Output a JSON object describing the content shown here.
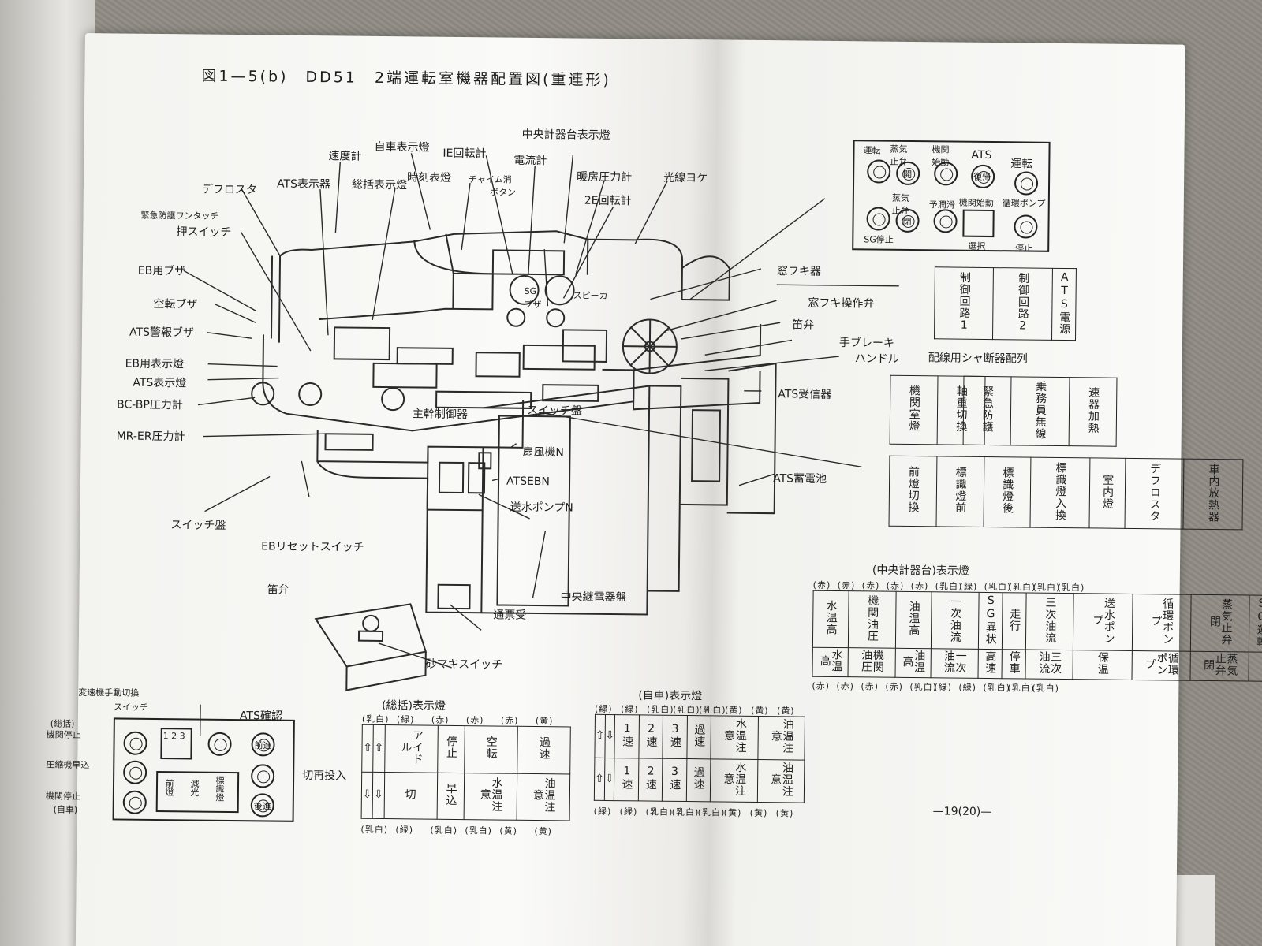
{
  "title": "図1—5(b)　DD51　2端運転室機器配置図(重連形)",
  "labels": {
    "sokudo": "速度計",
    "jisha_hyoji": "自車表示燈",
    "ie_kaiten": "IE回転計",
    "denryu": "電流計",
    "chuo_hyoji": "中央計器台表示燈",
    "danbo": "暖房圧力計",
    "niE_kaiten": "2E回転計",
    "kosen_yoke": "光線ヨケ",
    "defrosta": "デフロスタ",
    "ats_hyoji_ki": "ATS表示器",
    "sokatsu_hyoji": "総括表示燈",
    "jikoku": "時刻表燈",
    "chime": "チャイム消",
    "chime2": "ボタン",
    "kinkyu": "緊急防護ワンタッチ",
    "oshi": "押スイッチ",
    "eb_buzzer": "EB用ブザ",
    "kuten_buzzer": "空転ブザ",
    "ats_keiho": "ATS警報ブザ",
    "eb_hyoji": "EB用表示燈",
    "ats_hyoji_to": "ATS表示燈",
    "bc_bp": "BC-BP圧力計",
    "mr_er": "MR-ER圧力計",
    "sg": "SG",
    "sg_buzzer": "ブザ",
    "speaker": "スピーカ",
    "mado_fuki": "窓フキ器",
    "mado_sosa": "窓フキ操作弁",
    "fuefuben": "笛弁",
    "te_brake": "手ブレーキ",
    "handle": "ハンドル",
    "haisen": "配線用シャ断器配列",
    "ats_jushin": "ATS受信器",
    "shukan": "主幹制御器",
    "switch_ban": "スイッチ盤",
    "senpuki": "扇風機N",
    "atsebn": "ATSEBN",
    "sosui": "送水ポンプN",
    "ats_chikuden": "ATS蓄電池",
    "switch_ban2": "スイッチ盤",
    "eb_reset": "EBリセットスイッチ",
    "fueben2": "笛弁",
    "tsuhyo": "通票受",
    "chuo_keiden": "中央継電器盤",
    "suna": "砂マキスイッチ",
    "hensoku": "変速機手動切換",
    "hensoku2": "スイッチ",
    "ats_kakunin": "ATS確認",
    "sokatsu_note": "(総括)",
    "kikan_teishi": "機関停止",
    "atsushuku": "圧縮機早込",
    "kikan_teishi2": "機関停止",
    "jisha_note": "(自車)",
    "kiri_sai": "切再投入"
  },
  "panel_top": {
    "unten": "運転",
    "jokiben": "蒸気止弁",
    "kikan_shido": "機関始動",
    "ats": "ATS",
    "ats_fukki": "復帰",
    "unten2": "運転",
    "jokiben2": "蒸気止弁",
    "heikai": "開",
    "heikai2": "閉",
    "yokan": "予潤滑",
    "kikan_shido_sentaku": "機関始動",
    "junkan": "循環ポンプ",
    "sg_teishi": "SG停止",
    "sentaku": "選択",
    "teishi": "停止"
  },
  "breaker_top": [
    "制御回路1",
    "制御回路2",
    "ATS電源"
  ],
  "breaker_mid_a": [
    "機関室燈",
    "軸重切換"
  ],
  "breaker_mid_b": [
    "緊急防護",
    "乗務員無線",
    "速器加熱"
  ],
  "breaker_bottom": [
    "前燈切換",
    "標識燈前",
    "標識燈後",
    "標識燈入換",
    "室内燈",
    "デフロスタ",
    "車内放熱器"
  ],
  "chuo_table": {
    "title": "(中央計器台)表示燈",
    "colors_top": [
      "(赤)",
      "(赤)",
      "(赤)",
      "(赤)",
      "(赤)",
      "(乳白)",
      "(緑)",
      "(乳白)",
      "(乳白)",
      "(乳白)",
      "(乳白)"
    ],
    "row1": [
      "水温高",
      "機関油圧",
      "油温高",
      "一次油流",
      "SG異状",
      "走行",
      "三次油流",
      "送水ポンプ",
      "循環ポンプ",
      "蒸気止弁閉",
      "SG運転"
    ],
    "row2": [
      "水温高",
      "機関油圧",
      "油温高",
      "一次油流",
      "高速",
      "停車",
      "三次油流",
      "保温",
      "循環ポンプ",
      "蒸気止弁閉",
      ""
    ],
    "colors_bottom": [
      "(赤)",
      "(赤)",
      "(赤)",
      "(赤)",
      "(乳白)",
      "(緑)",
      "(緑)",
      "(乳白)",
      "(乳白)",
      "(乳白)"
    ]
  },
  "sokatsu_table": {
    "title": "(総括)表示燈",
    "colors_top": [
      "(乳白)",
      "(緑)",
      "(赤)",
      "(赤)",
      "(赤)",
      "(黄)"
    ],
    "row1": [
      "⇧",
      "⇧",
      "アイドル",
      "停止",
      "空転",
      "過速"
    ],
    "row2": [
      "⇩",
      "⇩",
      "切",
      "早込",
      "水温注意",
      "油温注意"
    ],
    "colors_bottom": [
      "(乳白)",
      "(緑)",
      "(乳白)",
      "(乳白)",
      "(黄)",
      "(黄)"
    ]
  },
  "jisha_table": {
    "title": "(自車)表示燈",
    "colors_top": [
      "(緑)",
      "(緑)",
      "(乳白)",
      "(乳白)",
      "(乳白)",
      "(黄)",
      "(黄)",
      "(黄)"
    ],
    "row1": [
      "⇧",
      "⇩",
      "1速",
      "2速",
      "3速",
      "過速",
      "水温注意",
      "油温注意"
    ],
    "row2": [
      "⇧",
      "⇩",
      "1速",
      "2速",
      "3速",
      "過速",
      "水温注意",
      "油温注意"
    ],
    "colors_bottom": [
      "(緑)",
      "(緑)",
      "(乳白)",
      "(乳白)",
      "(乳白)",
      "(黄)",
      "(黄)",
      "(黄)"
    ]
  },
  "bottom_panel": {
    "gear": "1 2 3",
    "zenshin": "前進",
    "koshin": "後進",
    "zento": "前燈",
    "genko": "減光",
    "hyoshiki": "標識燈"
  },
  "page_number": "—19(20)—"
}
